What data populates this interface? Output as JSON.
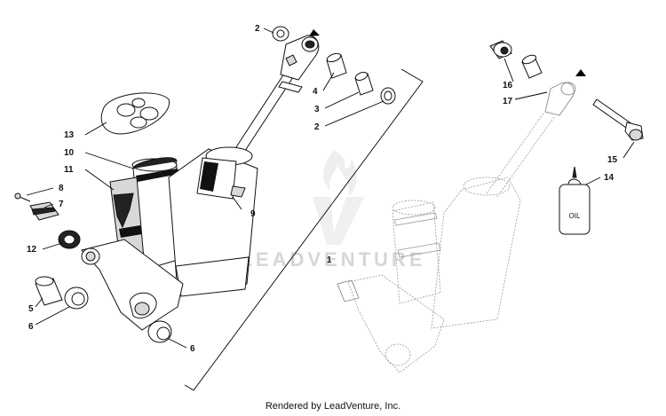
{
  "diagram": {
    "callouts": [
      {
        "id": "c1",
        "label": "1"
      },
      {
        "id": "c2a",
        "label": "2"
      },
      {
        "id": "c2b",
        "label": "2"
      },
      {
        "id": "c3",
        "label": "3"
      },
      {
        "id": "c4",
        "label": "4"
      },
      {
        "id": "c5",
        "label": "5"
      },
      {
        "id": "c6a",
        "label": "6"
      },
      {
        "id": "c6b",
        "label": "6"
      },
      {
        "id": "c7",
        "label": "7"
      },
      {
        "id": "c8",
        "label": "8"
      },
      {
        "id": "c9",
        "label": "9"
      },
      {
        "id": "c10",
        "label": "10"
      },
      {
        "id": "c11",
        "label": "11"
      },
      {
        "id": "c12",
        "label": "12"
      },
      {
        "id": "c13",
        "label": "13"
      },
      {
        "id": "c14",
        "label": "14"
      },
      {
        "id": "c15",
        "label": "15"
      },
      {
        "id": "c16",
        "label": "16"
      },
      {
        "id": "c17",
        "label": "17"
      }
    ],
    "oil_bottle_label": "OIL",
    "watermark": "LEADVENTURE"
  },
  "footer": {
    "text": "Rendered by LeadVenture, Inc."
  }
}
